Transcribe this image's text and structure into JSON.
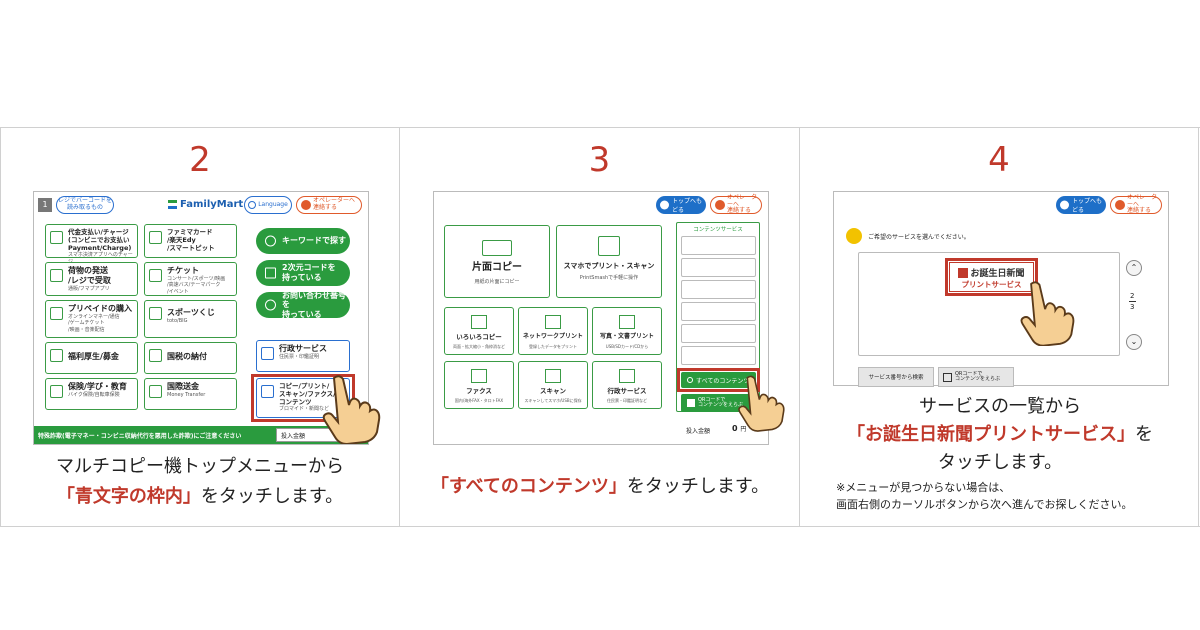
{
  "steps": [
    {
      "number": "2",
      "screen": {
        "topbar": {
          "page_num": "1",
          "barcode_btn": "レジでバーコードを\n読み取るもの",
          "logo": "FamilyMart",
          "language": "Language",
          "operator": "オペレーターへ\n連絡する"
        },
        "tiles": [
          {
            "title": "代金支払い/チャージ\n(コンビニでお支払い\nPayment/Charge)",
            "sub": "スマホ決済アプリへのチャージ"
          },
          {
            "title": "荷物の発送\n/レジで受取",
            "sub": "通販/フマプアプリ"
          },
          {
            "title": "プリペイドの購入",
            "sub": "オンラインマネー/通信\n/ゲームチケット\n/映画・音楽配信"
          },
          {
            "title": "福利厚生/募金",
            "sub": ""
          },
          {
            "title": "保険/学び・教育",
            "sub": "バイク保険/自転車保険"
          },
          {
            "title": "ファミマカード\n/楽天Edy\n/スマートピット",
            "sub": ""
          },
          {
            "title": "チケット",
            "sub": "コンサート/スポーツ/映画\n/高速バス/テーマパーク\n/イベント"
          },
          {
            "title": "スポーツくじ",
            "sub": "toto/BIG"
          },
          {
            "title": "国税の納付",
            "sub": ""
          },
          {
            "title": "国際送金",
            "sub": "Money Transfer"
          }
        ],
        "green_buttons": [
          "キーワードで探す",
          "2次元コードを\n持っている",
          "お問い合わせ番号を\n持っている"
        ],
        "gyosei": {
          "title": "行政サービス",
          "sub": "住民票・印鑑証明"
        },
        "copy": {
          "title": "コピー/プリント/\nスキャン/ファクス/\nコンテンツ",
          "sub": "ブロマイド・新聞など"
        },
        "footer_notice": "特殊詐欺(電子マネー・コンビニ収納代行を悪用した詐欺)にご注意ください",
        "deposit_label": "投入金額",
        "deposit_value": "0"
      },
      "caption_line1": "マルチコピー機トップメニューから",
      "caption_hl": "「青文字の枠内」",
      "caption_line2_tail": "をタッチします。"
    },
    {
      "number": "3",
      "screen": {
        "top_btn": "トップへもどる",
        "operator": "オペレーターへ\n連絡する",
        "contents_title": "コンテンツサービス",
        "tiles": [
          {
            "title": "片面コピー",
            "sub": "用紙の片面にコピー"
          },
          {
            "title": "スマホでプリント・スキャン",
            "sub": "PrintSmashで手軽に操作"
          },
          {
            "title": "いろいろコピー",
            "sub": "両面・拡大縮小・角枠消など"
          },
          {
            "title": "ネットワークプリント",
            "sub": "登録したデータをプリント"
          },
          {
            "title": "写真・文書プリント",
            "sub": "USB/SDカード/CDから"
          },
          {
            "title": "ファクス",
            "sub": "国内/海外FAX・タロトFAX"
          },
          {
            "title": "スキャン",
            "sub": "スキャンしてスマホ/USBに保存"
          },
          {
            "title": "行政サービス",
            "sub": "住民票・印鑑証明など"
          }
        ],
        "all_contents": "すべてのコンテンツ",
        "qr_btn": "QRコードで\nコンテンツをえらぶ",
        "deposit_label": "投入金額",
        "deposit_value": "0",
        "deposit_unit": "円"
      },
      "caption_hl": "「すべてのコンテンツ」",
      "caption_tail": "をタッチします。"
    },
    {
      "number": "4",
      "screen": {
        "top_btn": "トップへもどる",
        "operator": "オペレーターへ\n連絡する",
        "prompt": "ご希望のサービスを選んでください。",
        "logo_top": "お誕生日新聞",
        "logo_bottom": "プリントサービス",
        "page_indicator_top": "2",
        "page_indicator_bottom": "3",
        "tab_search": "サービス番号から検索",
        "tab_qr": "QRコードで\nコンテンツをえらぶ"
      },
      "caption_line1": "サービスの一覧から",
      "caption_hl": "「お誕生日新聞プリントサービス」",
      "caption_hl_tail": "を",
      "caption_line3": "タッチします。",
      "note_line1": "※メニューが見つからない場合は、",
      "note_line2": "画面右側のカーソルボタンから次へ進んでお探しください。"
    }
  ],
  "colors": {
    "accent_red": "#c0392b",
    "green": "#2a9b3e",
    "blue": "#1e6fc8",
    "orange": "#e05a2b"
  }
}
